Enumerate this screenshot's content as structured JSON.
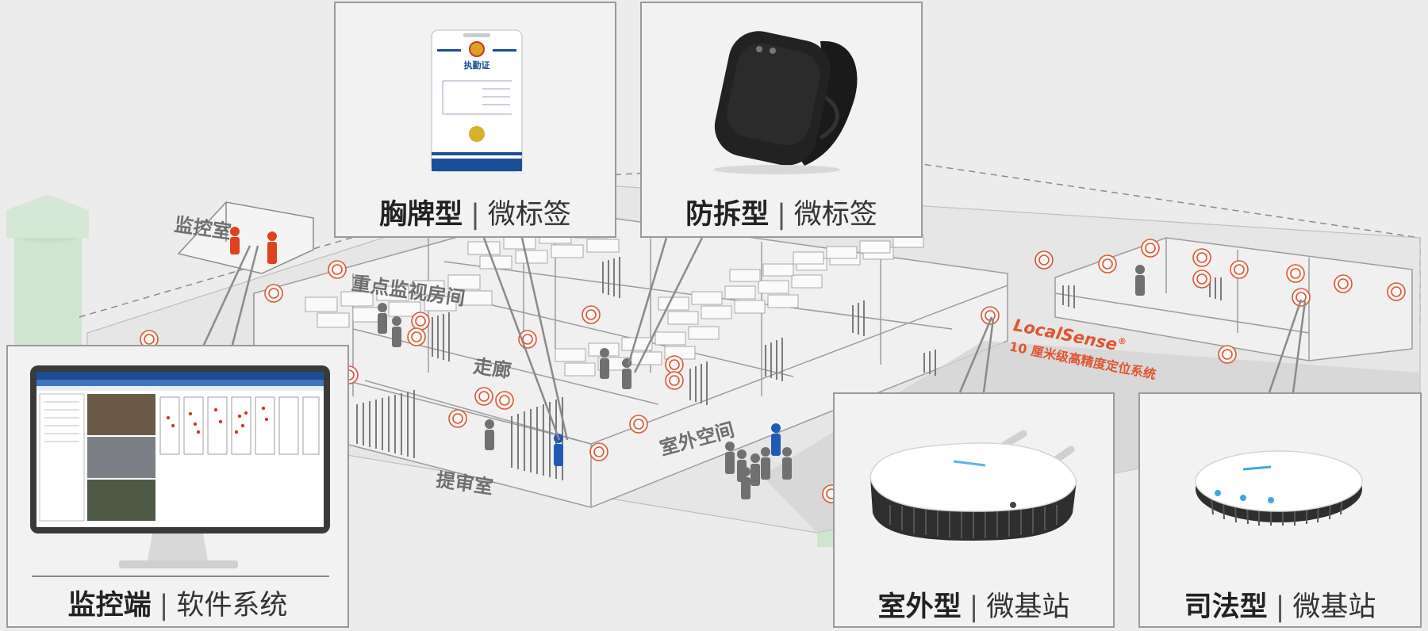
{
  "areas": {
    "monitor_room": "监控室",
    "key_cells": "重点监视房间",
    "corridor": "走廊",
    "outdoor": "室外空间",
    "interrogation": "提审室"
  },
  "brand": {
    "name": "LocalSense",
    "mark": "®",
    "tagline": "10 厘米级高精度定位系统"
  },
  "products": {
    "badge": {
      "type": "胸牌型",
      "category": "微标签",
      "card_title": "执勤证"
    },
    "wristband": {
      "type": "防拆型",
      "category": "微标签"
    },
    "monitor": {
      "type": "监控端",
      "category": "软件系统"
    },
    "outdoor_station": {
      "type": "室外型",
      "category": "微基站"
    },
    "judicial_station": {
      "type": "司法型",
      "category": "微基站"
    }
  },
  "separator": "|",
  "colors": {
    "accent": "#e0552f",
    "line": "#9a9a9a",
    "bg": "#ececec",
    "person_gray": "#707070",
    "person_red": "#e0421e",
    "person_blue": "#1f5bb5",
    "green_tower": "#bfe3bf"
  }
}
